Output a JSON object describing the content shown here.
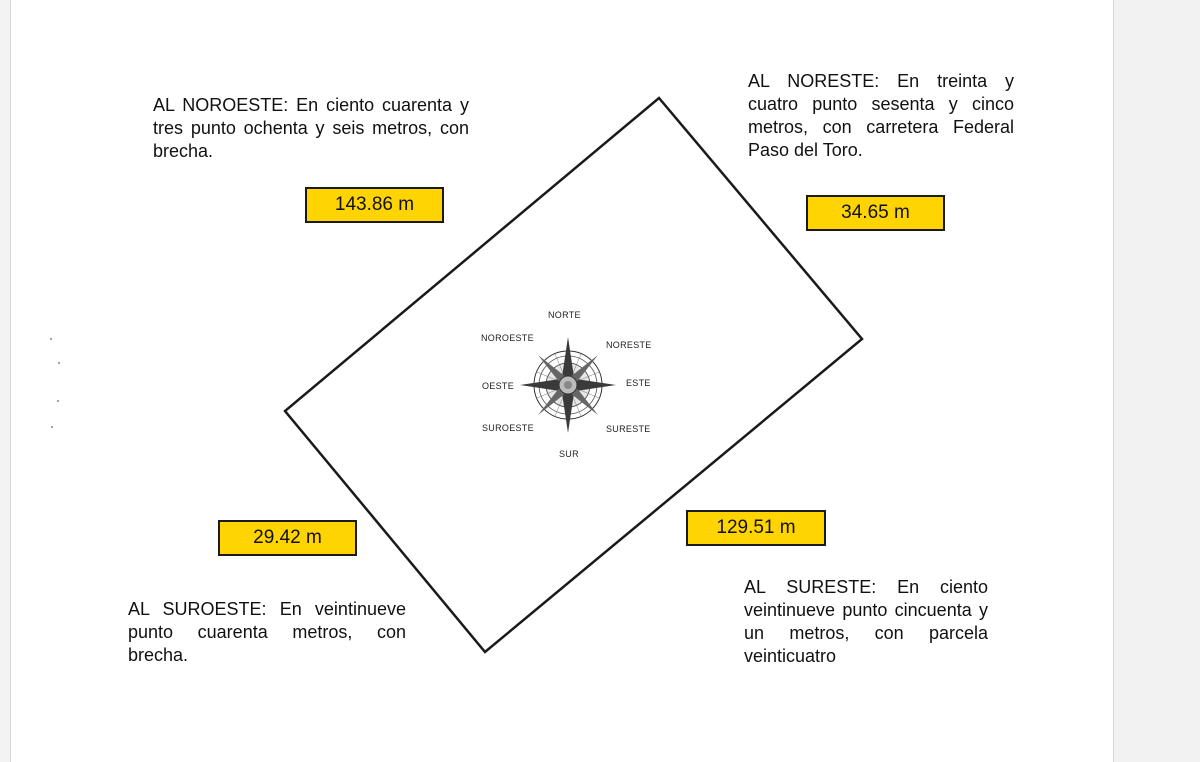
{
  "descriptions": {
    "noroeste": {
      "direction": "AL NOROESTE:",
      "text": "En ciento cuarenta y tres punto ochenta y seis metros, con brecha."
    },
    "noreste": {
      "direction": "AL NORESTE:",
      "text": "En treinta y cuatro punto sesenta y cinco metros, con carretera Federal Paso del Toro."
    },
    "suroeste": {
      "direction": "AL SUROESTE:",
      "text": "En veintinueve punto cuarenta metros, con brecha."
    },
    "sureste": {
      "direction": "AL SURESTE:",
      "text": "En ciento veintinueve punto cincuenta y un metros, con parcela veinticuatro"
    }
  },
  "measurements": {
    "noroeste": "143.86 m",
    "noreste": "34.65 m",
    "suroeste": "29.42 m",
    "sureste": "129.51 m"
  },
  "compass": {
    "norte": "NORTE",
    "noreste": "NORESTE",
    "este": "ESTE",
    "sureste": "SURESTE",
    "sur": "SUR",
    "suroeste": "SUROESTE",
    "oeste": "OESTE",
    "noroeste": "NOROESTE"
  },
  "colors": {
    "label_fill": "#ffd400",
    "outline": "#1a1a1a"
  }
}
